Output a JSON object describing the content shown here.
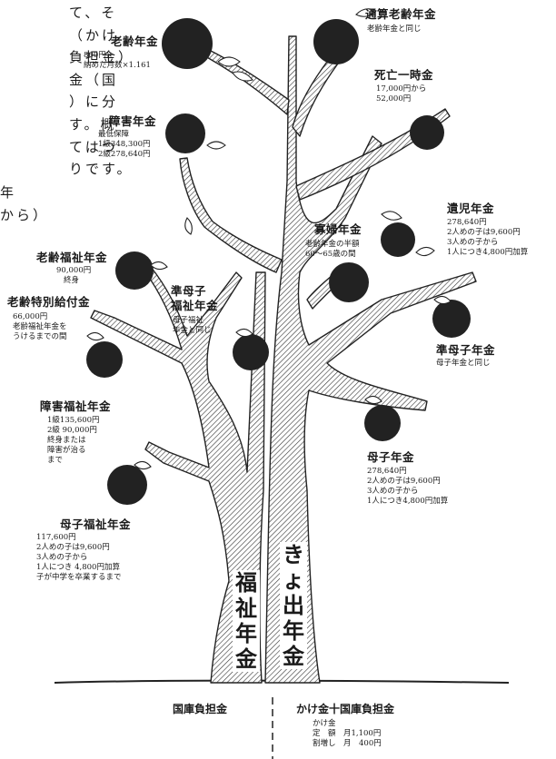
{
  "intro_lines": [
    "て、そ",
    "（かけ",
    "負担金）",
    "金（国",
    "）に分",
    "す。概",
    "てはつ",
    "りです。"
  ],
  "intro_extra": [
    "年",
    "から）"
  ],
  "labels": {
    "rourei": {
      "title": "老齢年金",
      "lines": [
        "800円×",
        "納めた月数×1.161"
      ]
    },
    "tsusan": {
      "title": "通算老齢年金",
      "lines": [
        "老齢年金と同じ"
      ]
    },
    "shibou": {
      "title": "死亡一時金",
      "lines": [
        "17,000円から",
        "52,000円"
      ]
    },
    "shogai": {
      "title": "障害年金",
      "lines": [
        "最低保障",
        "1級348,300円",
        "2級278,640円"
      ]
    },
    "iji": {
      "title": "遺児年金",
      "lines": [
        "278,640円",
        "2人めの子は9,600円",
        "3人めの子から",
        "1人につき4,800円加算"
      ]
    },
    "kafu": {
      "title": "寡婦年金",
      "lines": [
        "老齢年金の半額",
        "60～65歳の間"
      ]
    },
    "rourei_fukushi": {
      "title": "老齢福祉年金",
      "lines": [
        "90,000円",
        "終身"
      ]
    },
    "rourei_tokubetsu": {
      "title": "老齢特別給付金",
      "lines": [
        "66,000円",
        "老齢福祉年金を",
        "うけるまでの間"
      ]
    },
    "junboshi_fukushi": {
      "title_lines": [
        "準母子",
        "福祉年金"
      ],
      "lines": [
        "母子福祉",
        "年金と同じ"
      ]
    },
    "junboshi": {
      "title": "準母子年金",
      "lines": [
        "母子年金と同じ"
      ]
    },
    "shogai_fukushi": {
      "title": "障害福祉年金",
      "lines": [
        "1級135,600円",
        "2級 90,000円",
        "終身または",
        "障害が治る",
        "まで"
      ]
    },
    "boshi": {
      "title": "母子年金",
      "lines": [
        "278,640円",
        "2人めの子は9,600円",
        "3人めの子から",
        "1人につき4,800円加算"
      ]
    },
    "boshi_fukushi": {
      "title": "母子福祉年金",
      "lines": [
        "117,600円",
        "2人めの子は9,600円",
        "3人めの子から",
        "1人につき 4,800円加算",
        "子が中学を卒業するまで"
      ]
    }
  },
  "trunks": {
    "fukushi": [
      "福",
      "祉",
      "年",
      "金"
    ],
    "kyoshutsu": [
      "き",
      "ょ",
      "出",
      "年",
      "金"
    ]
  },
  "footer": {
    "left": "国庫負担金",
    "right": "かけ金十国庫負担金",
    "right_sub": [
      "かけ金",
      "定　額　月1,100円",
      "割増し　月　400円"
    ]
  },
  "colors": {
    "ink": "#1a1a1a",
    "fruit": "#222222",
    "paper": "#ffffff"
  }
}
